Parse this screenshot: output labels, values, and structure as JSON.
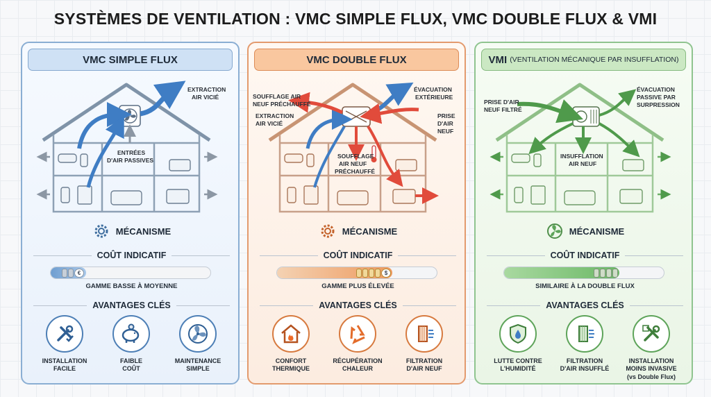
{
  "title": "SYSTÈMES DE VENTILATION : VMC SIMPLE FLUX, VMC DOUBLE FLUX & VMI",
  "colors": {
    "blue": "#3f7dc4",
    "orange": "#e36c2b",
    "red": "#e14b3b",
    "green": "#5ea45a"
  },
  "panels": [
    {
      "header": "VMC SIMPLE FLUX",
      "labels": {
        "extraction_1": "EXTRACTION",
        "extraction_2": "AIR VICIÉ",
        "entrees_1": "ENTRÉES",
        "entrees_2": "D'AIR PASSIVES"
      },
      "mechanism": "MÉCANISME",
      "cost_title": "COÛT INDICATIF",
      "cost_level": 0.22,
      "cost_currency": "€",
      "cost_text": "GAMME BASSE À MOYENNE",
      "advantages_title": "AVANTAGES CLÉS",
      "advantages": [
        {
          "label": "INSTALLATION\nFACILE",
          "icon": "tools-icon"
        },
        {
          "label": "FAIBLE\nCOÛT",
          "icon": "piggy-bank-icon"
        },
        {
          "label": "MAINTENANCE\nSIMPLE",
          "icon": "fan-icon"
        }
      ]
    },
    {
      "header": "VMC DOUBLE FLUX",
      "labels": {
        "soufflage_1": "SOUFFLAGE AIR",
        "soufflage_2": "NEUF PRÉCHAUFFÉ",
        "evac_1": "ÉVACUATION",
        "evac_2": "EXTÉRIEURE",
        "extraction_1": "EXTRACTION",
        "extraction_2": "AIR VICIÉ",
        "prise_1": "PRISE",
        "prise_2": "D'AIR",
        "prise_3": "NEUF",
        "souf2_1": "SOUFFLAGE",
        "souf2_2": "AIR NEUF",
        "souf2_3": "PRÉCHAUFFÉ"
      },
      "mechanism": "MÉCANISME",
      "cost_title": "COÛT INDICATIF",
      "cost_level": 0.72,
      "cost_currency": "$",
      "cost_text": "GAMME PLUS ÉLEVÉE",
      "advantages_title": "AVANTAGES CLÉS",
      "advantages": [
        {
          "label": "CONFORT\nTHERMIQUE",
          "icon": "house-fire-icon"
        },
        {
          "label": "RÉCUPÉRATION\nCHALEUR",
          "icon": "recycle-icon"
        },
        {
          "label": "FILTRATION\nD'AIR NEUF",
          "icon": "filter-icon"
        }
      ]
    },
    {
      "header": "VMI",
      "header_sub": "(VENTILATION MÉCANIQUE PAR INSUFFLATION)",
      "labels": {
        "prise_1": "PRISE D'AIR",
        "prise_2": "NEUF FILTRÉ",
        "evac_1": "ÉVACUATION",
        "evac_2": "PASSIVE PAR",
        "evac_3": "SURPRESSION",
        "insuf_1": "INSUFFLATION",
        "insuf_2": "AIR NEUF"
      },
      "mechanism": "MÉCANISME",
      "cost_title": "COÛT INDICATIF",
      "cost_level": 0.72,
      "cost_currency": "",
      "cost_text": "SIMILAIRE À LA DOUBLE FLUX",
      "advantages_title": "AVANTAGES CLÉS",
      "advantages": [
        {
          "label": "LUTTE CONTRE\nL'HUMIDITÉ",
          "icon": "shield-drop-icon"
        },
        {
          "label": "FILTRATION\nD'AIR INSUFFLÉ",
          "icon": "filter-icon"
        },
        {
          "label": "INSTALLATION\nMOINS INVASIVE\n(vs Double Flux)",
          "icon": "tools-icon"
        }
      ]
    }
  ]
}
